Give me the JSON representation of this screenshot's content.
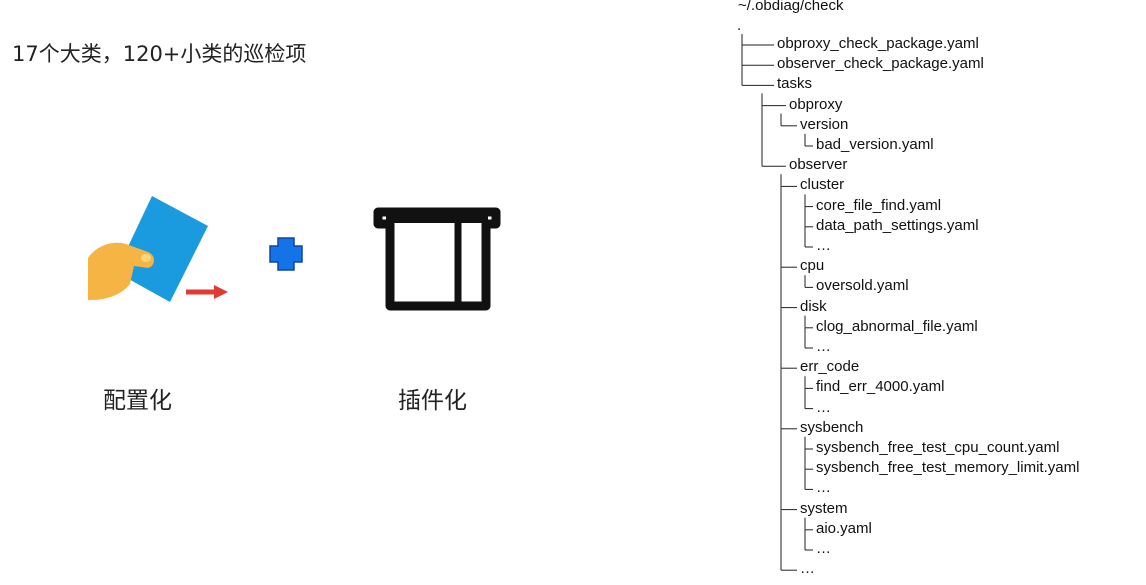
{
  "headline": "17个大类，120+小类的巡检项",
  "features": [
    {
      "label": "配置化",
      "icon": "hand-holding-card-icon"
    },
    {
      "label": "插件化",
      "icon": "plug-slot-icon"
    }
  ],
  "plus_icon": "plus-icon",
  "colors": {
    "card": "#1a9be0",
    "hand": "#f5b443",
    "arrow": "#e03a32",
    "plus": "#1473e6",
    "plug": "#111111"
  },
  "tree": {
    "root": "~/.obdiag/check",
    "dot": ".",
    "nodes": [
      {
        "label": "obproxy_check_package.yaml",
        "depth": 0
      },
      {
        "label": "observer_check_package.yaml",
        "depth": 0
      },
      {
        "label": "tasks",
        "depth": 0
      },
      {
        "label": "obproxy",
        "depth": 1
      },
      {
        "label": "version",
        "depth": 2
      },
      {
        "label": "bad_version.yaml",
        "depth": 3
      },
      {
        "label": "observer",
        "depth": 1
      },
      {
        "label": "cluster",
        "depth": 2
      },
      {
        "label": "core_file_find.yaml",
        "depth": 3
      },
      {
        "label": "data_path_settings.yaml",
        "depth": 3
      },
      {
        "label": "…",
        "depth": 3
      },
      {
        "label": "cpu",
        "depth": 2
      },
      {
        "label": "oversold.yaml",
        "depth": 3
      },
      {
        "label": "disk",
        "depth": 2
      },
      {
        "label": "clog_abnormal_file.yaml",
        "depth": 3
      },
      {
        "label": "…",
        "depth": 3
      },
      {
        "label": "err_code",
        "depth": 2
      },
      {
        "label": "find_err_4000.yaml",
        "depth": 3
      },
      {
        "label": "…",
        "depth": 3
      },
      {
        "label": "sysbench",
        "depth": 2
      },
      {
        "label": "sysbench_free_test_cpu_count.yaml",
        "depth": 3
      },
      {
        "label": "sysbench_free_test_memory_limit.yaml",
        "depth": 3
      },
      {
        "label": "…",
        "depth": 3
      },
      {
        "label": "system",
        "depth": 2
      },
      {
        "label": "aio.yaml",
        "depth": 3
      },
      {
        "label": "…",
        "depth": 3
      },
      {
        "label": "…",
        "depth": 2
      }
    ]
  }
}
